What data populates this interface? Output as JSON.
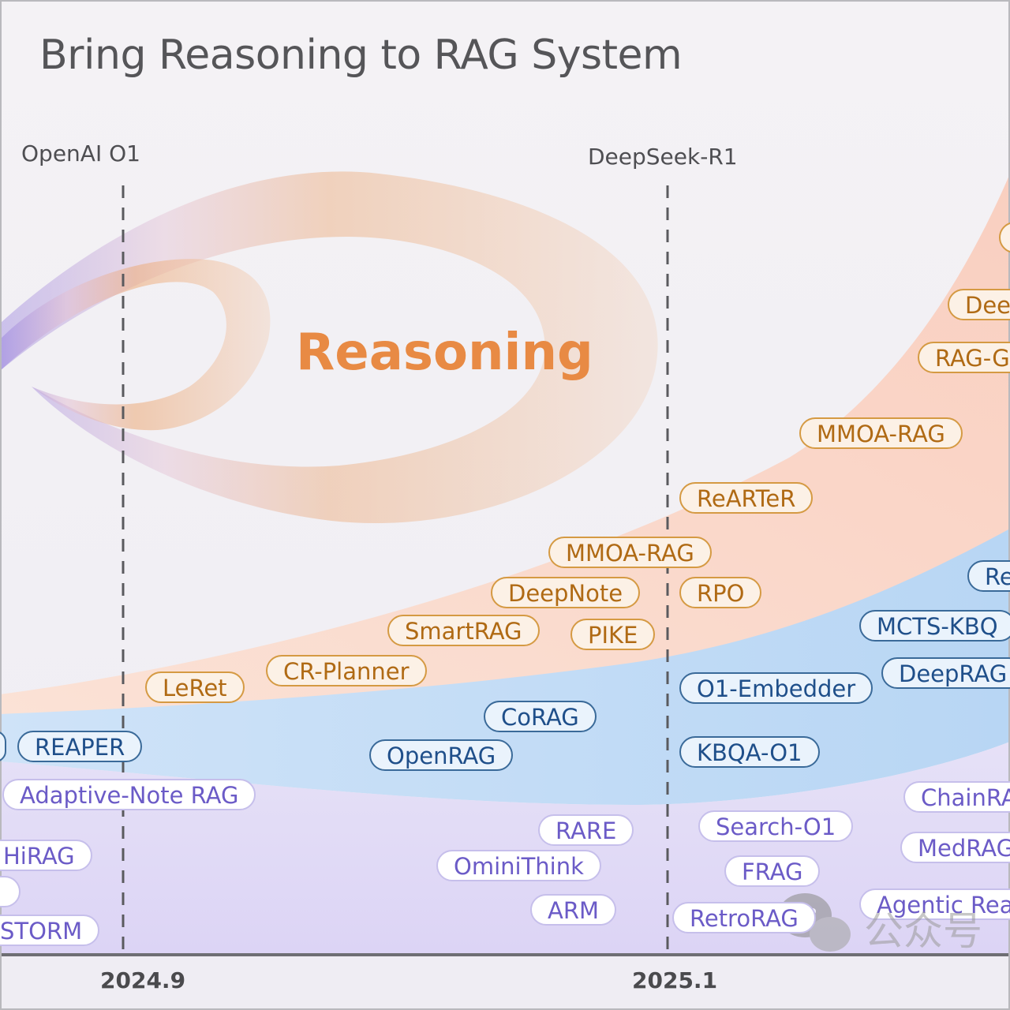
{
  "title": "Bring Reasoning to RAG System",
  "milestones": {
    "openai": "OpenAI O1",
    "deepseek": "DeepSeek-R1"
  },
  "axis": {
    "date1": "2024.9",
    "date2": "2025.1"
  },
  "center_label": "Reasoning",
  "colors": {
    "orange": "#d59a43",
    "blue": "#3a6a99",
    "purple": "#c6bfeb",
    "reasoning": "#e88a44"
  },
  "pills": {
    "orange": [
      "LeRet",
      "CR-Planner",
      "SmartRAG",
      "DeepNote",
      "PIKE",
      "MMOA-RAG",
      "ReARTeR",
      "RPO",
      "MMOA-RAG",
      "RAG-G",
      "Dee"
    ],
    "blue": [
      "REAPER",
      "OpenRAG",
      "CoRAG",
      "O1-Embedder",
      "KBQA-O1",
      "MCTS-KBQ",
      "DeepRAG",
      "Re"
    ],
    "purple": [
      "Adaptive-Note RAG",
      "HiRAG",
      "STORM",
      "RARE",
      "OminiThink",
      "ARM",
      "Search-O1",
      "FRAG",
      "RetroRAG",
      "ChainRA",
      "MedRAG",
      "Agentic Rea"
    ]
  },
  "watermark": "公众号"
}
